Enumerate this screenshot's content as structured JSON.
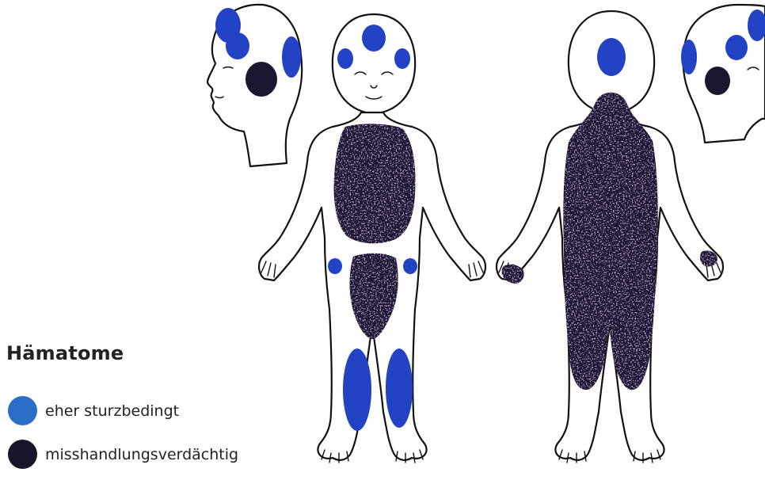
{
  "legend": {
    "title": "Hämatome",
    "items": [
      {
        "label": "eher sturzbedingt",
        "color": "#2a6ec7"
      },
      {
        "label": "misshandlungsverdächtig",
        "color": "#19162a"
      }
    ]
  },
  "colors": {
    "accidental": "#2a6ec7",
    "accidental_diagram": "#2243c4",
    "suspicious": "#1a1630",
    "suspicious_speckle": "#7f5a9a"
  }
}
